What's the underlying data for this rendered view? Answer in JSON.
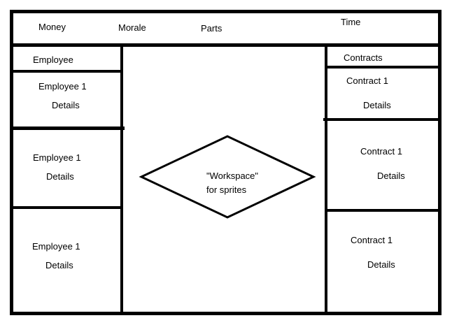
{
  "topbar": {
    "money": "Money",
    "morale": "Morale",
    "parts": "Parts",
    "time": "Time"
  },
  "employees": {
    "header": "Employee",
    "items": [
      {
        "name": "Employee 1",
        "details": "Details"
      },
      {
        "name": "Employee 1",
        "details": "Details"
      },
      {
        "name": "Employee 1",
        "details": "Details"
      }
    ]
  },
  "workspace": {
    "line1": "\"Workspace\"",
    "line2": "for sprites"
  },
  "contracts": {
    "header": "Contracts",
    "items": [
      {
        "name": "Contract 1",
        "details": "Details"
      },
      {
        "name": "Contract 1",
        "details": "Details"
      },
      {
        "name": "Contract 1",
        "details": "Details"
      }
    ]
  }
}
